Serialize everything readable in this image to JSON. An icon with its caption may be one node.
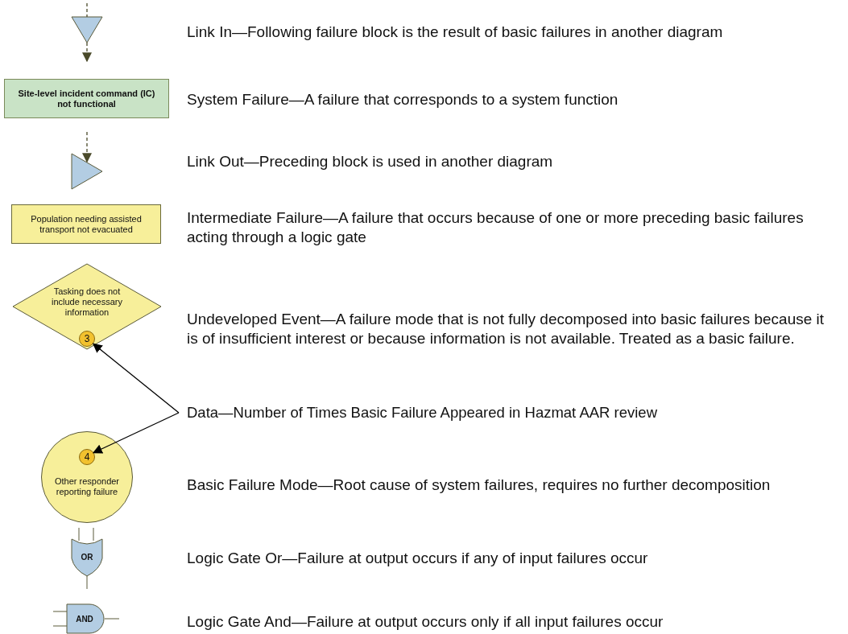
{
  "diagram": {
    "nodes": [
      {
        "text": [],
        "shape": "triangle"
      },
      {
        "text": [
          "Site-level incident command (IC) not functional"
        ],
        "beside": [
          "System Failure—A failure that corresponds to a system function"
        ]
      },
      {
        "text": [],
        "shape": "triangle"
      },
      {
        "text": [
          "Population needing assisted transport not evacuated"
        ],
        "beside": [
          "Intermediate Failure—A failure that occurs because of one or more preceding basic failures acting through a logic gate"
        ]
      },
      {
        "text": [
          "Tasking does not include necessary information"
        ],
        "beside": [
          "Undeveloped Event—A failure mode that is not fully decomposed into basic failures because it is of insufficient interest or because information is not available. Treated as a basic failure."
        ]
      },
      {
        "text": [
          "3"
        ],
        "in": 4
      },
      {
        "text": [
          "Data—Number of Times Basic Failure Appeared in Hazmat AAR review"
        ]
      },
      {
        "text": [
          "Other responder reporting failure"
        ],
        "beside": [
          "Basic Failure Mode—Root cause of system failures, requires no further decomposition"
        ]
      },
      {
        "text": [
          "4"
        ],
        "in": 7
      },
      {
        "text": [
          "OR"
        ]
      },
      {
        "text": [
          "AND"
        ]
      }
    ],
    "labels": [
      "Link In—Following failure block is the result of basic failures in another diagram",
      "Link Out—Preceding block is used in another diagram",
      "Logic Gate Or—Failure at output occurs if any of input failures occur",
      "Logic Gate And—Failure at output occurs only if all input failures occur"
    ],
    "edges": [
      {
        "from": null,
        "to": 0,
        "arrow": "none",
        "style": "dashed"
      },
      {
        "from": 0,
        "to": null,
        "arrow": "to",
        "style": "dashed"
      },
      {
        "from": null,
        "to": 2,
        "arrow": "to",
        "style": "dashed"
      },
      {
        "from": 6,
        "to": 5,
        "arrow": "to",
        "color": "#000000"
      },
      {
        "from": 6,
        "to": 8,
        "arrow": "to",
        "color": "#000000"
      }
    ]
  }
}
